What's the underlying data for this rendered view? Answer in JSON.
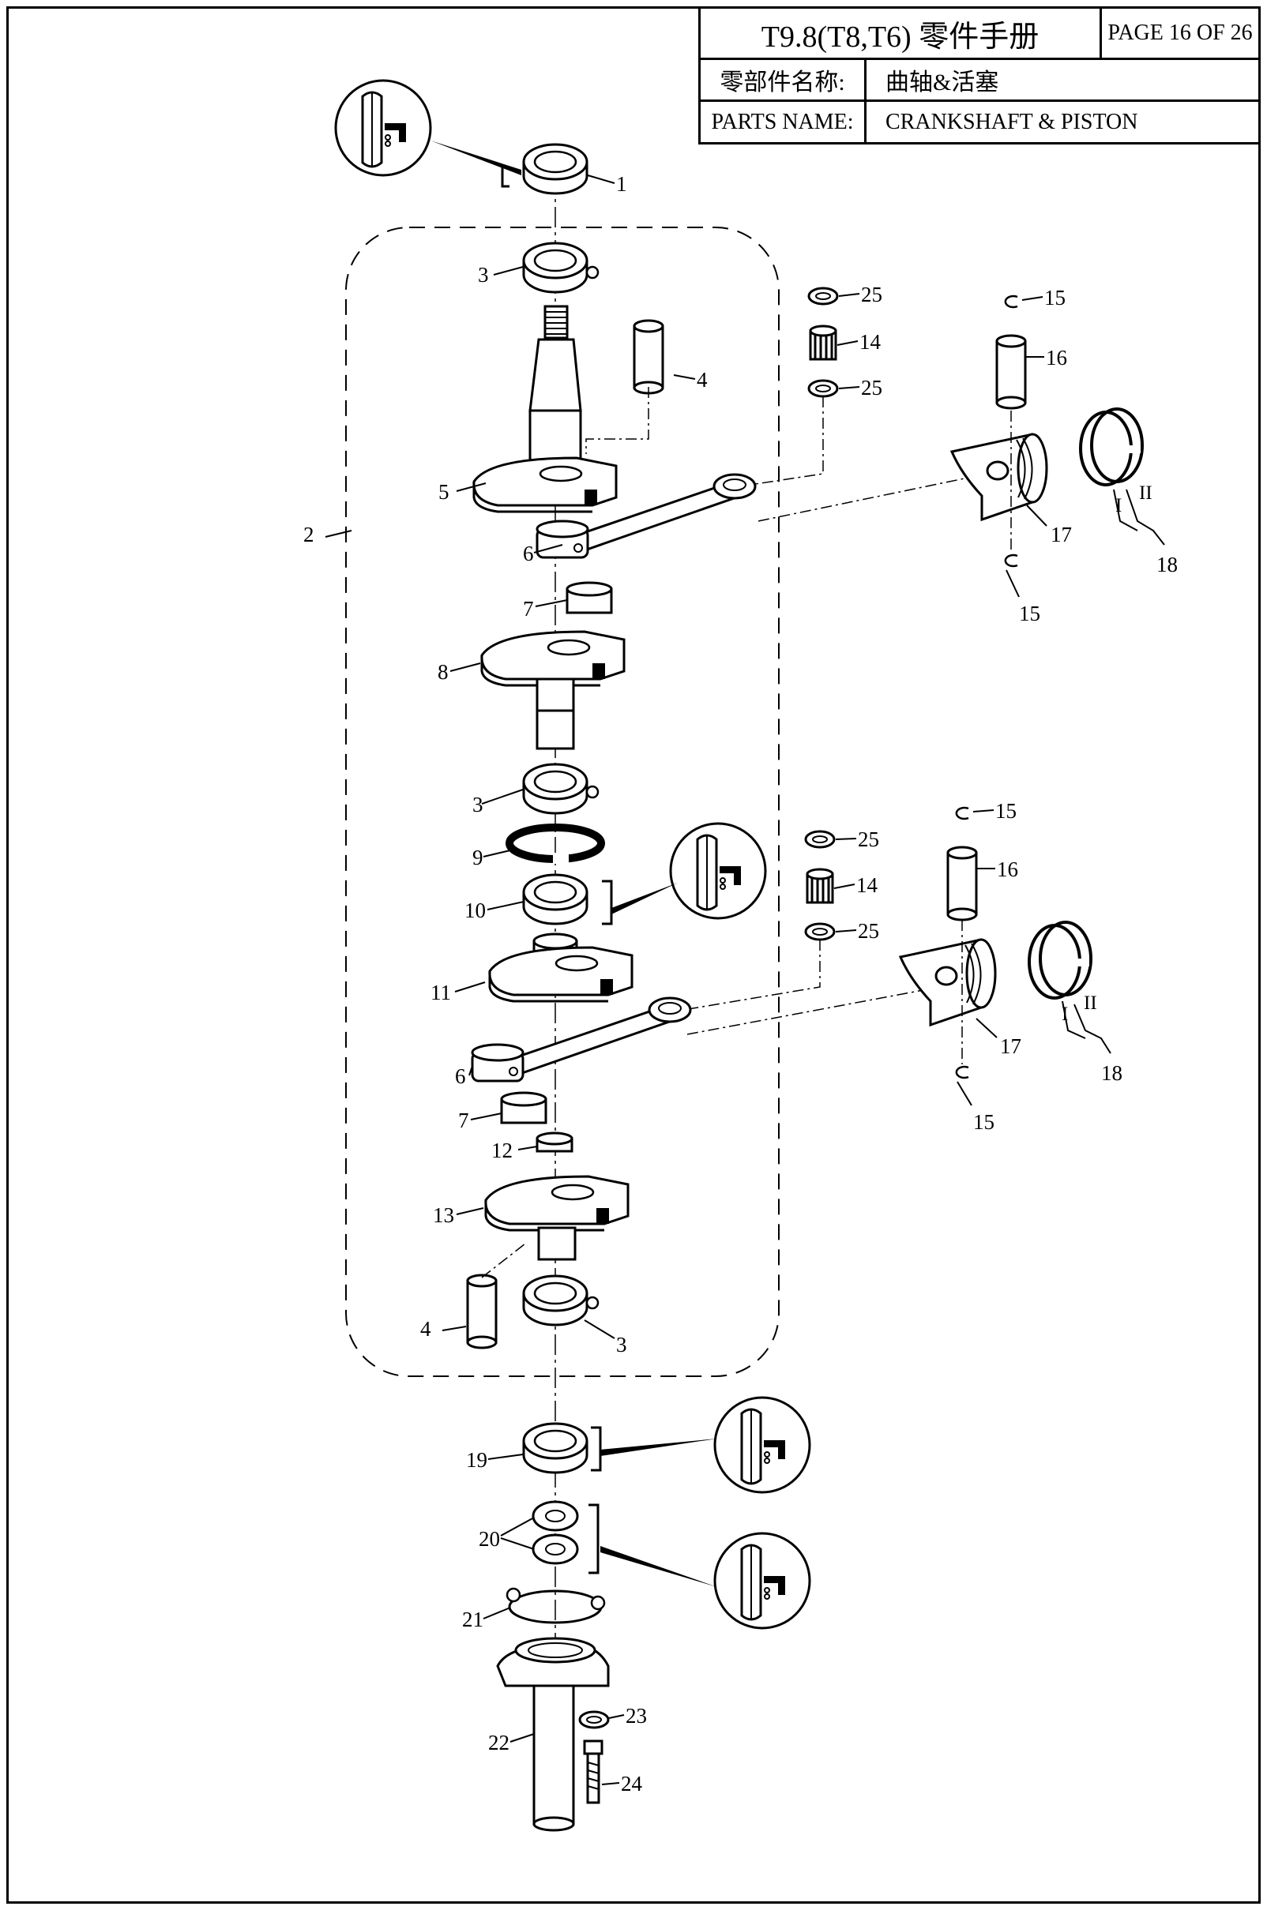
{
  "header": {
    "model_title": "T9.8(T8,T6) 零件手册",
    "page": "PAGE 16 OF 26",
    "cn_label": "零部件名称:",
    "cn_value": "曲轴&活塞",
    "en_label": "PARTS NAME:",
    "en_value": "CRANKSHAFT & PISTON"
  },
  "callouts": [
    {
      "id": "c1",
      "text": "1"
    },
    {
      "id": "c2",
      "text": "2"
    },
    {
      "id": "c3a",
      "text": "3"
    },
    {
      "id": "c3b",
      "text": "3"
    },
    {
      "id": "c3c",
      "text": "3"
    },
    {
      "id": "c4a",
      "text": "4"
    },
    {
      "id": "c4b",
      "text": "4"
    },
    {
      "id": "c5",
      "text": "5"
    },
    {
      "id": "c6a",
      "text": "6"
    },
    {
      "id": "c6b",
      "text": "6"
    },
    {
      "id": "c7a",
      "text": "7"
    },
    {
      "id": "c7b",
      "text": "7"
    },
    {
      "id": "c8",
      "text": "8"
    },
    {
      "id": "c9",
      "text": "9"
    },
    {
      "id": "c10",
      "text": "10"
    },
    {
      "id": "c11",
      "text": "11"
    },
    {
      "id": "c12",
      "text": "12"
    },
    {
      "id": "c13",
      "text": "13"
    },
    {
      "id": "c14a",
      "text": "14"
    },
    {
      "id": "c14b",
      "text": "14"
    },
    {
      "id": "c15a",
      "text": "15"
    },
    {
      "id": "c15b",
      "text": "15"
    },
    {
      "id": "c15c",
      "text": "15"
    },
    {
      "id": "c15d",
      "text": "15"
    },
    {
      "id": "c16a",
      "text": "16"
    },
    {
      "id": "c16b",
      "text": "16"
    },
    {
      "id": "c17a",
      "text": "17"
    },
    {
      "id": "c17b",
      "text": "17"
    },
    {
      "id": "c18a",
      "text": "18"
    },
    {
      "id": "c18b",
      "text": "18"
    },
    {
      "id": "c19",
      "text": "19"
    },
    {
      "id": "c20",
      "text": "20"
    },
    {
      "id": "c21",
      "text": "21"
    },
    {
      "id": "c22",
      "text": "22"
    },
    {
      "id": "c23",
      "text": "23"
    },
    {
      "id": "c24",
      "text": "24"
    },
    {
      "id": "c25a",
      "text": "25"
    },
    {
      "id": "c25b",
      "text": "25"
    },
    {
      "id": "c25c",
      "text": "25"
    },
    {
      "id": "c25d",
      "text": "25"
    }
  ],
  "ring_marks": {
    "first": "I",
    "second": "II"
  },
  "icons": [
    "grease-application-icon"
  ]
}
